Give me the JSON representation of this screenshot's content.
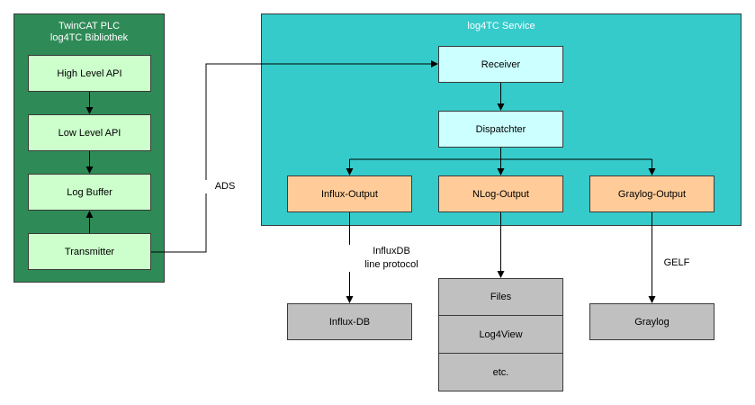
{
  "plc": {
    "title_line1": "TwinCAT PLC",
    "title_line2": "log4TC Bibliothek",
    "high_level_api": "High Level API",
    "low_level_api": "Low Level API",
    "log_buffer": "Log Buffer",
    "transmitter": "Transmitter"
  },
  "service": {
    "title": "log4TC Service",
    "receiver": "Receiver",
    "dispatcher": "Dispatchter",
    "influx_output": "Influx-Output",
    "nlog_output": "NLog-Output",
    "graylog_output": "Graylog-Output"
  },
  "connections": {
    "ads": "ADS",
    "influx_protocol_line1": "InfluxDB",
    "influx_protocol_line2": "line protocol",
    "gelf": "GELF"
  },
  "targets": {
    "influx_db": "Influx-DB",
    "files": "Files",
    "log4view": "Log4View",
    "etc": "etc.",
    "graylog": "Graylog"
  },
  "colors": {
    "plc_group": "#2e8b57",
    "service_group": "#36cbcb",
    "plc_block": "#ccffcc",
    "service_block": "#ccffff",
    "output_block": "#ffcc99",
    "target_block": "#c0c0c0"
  }
}
